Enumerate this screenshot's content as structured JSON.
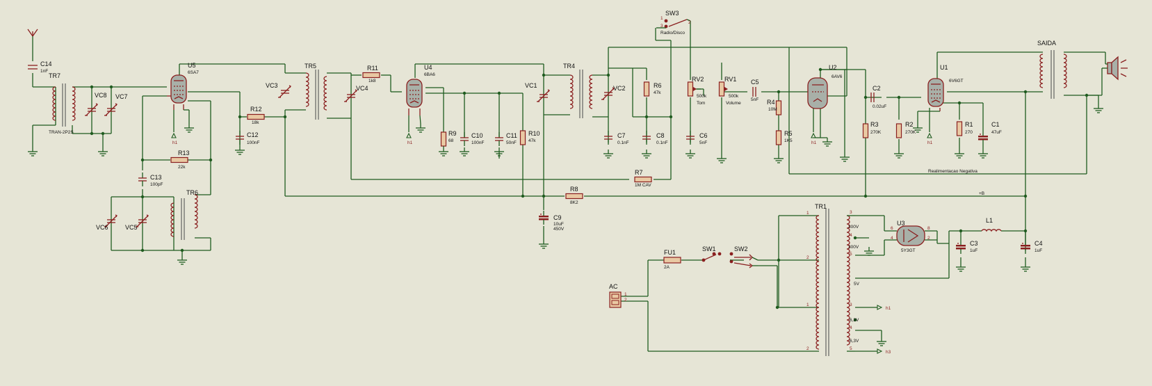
{
  "components": {
    "c14": {
      "ref": "C14",
      "value": "1nF"
    },
    "tr7": {
      "ref": "TR7",
      "value": "TRAN-2P2S"
    },
    "vc8": {
      "ref": "VC8"
    },
    "vc7": {
      "ref": "VC7"
    },
    "u5": {
      "ref": "U5",
      "value": "6SA7"
    },
    "r12": {
      "ref": "R12",
      "value": "18k"
    },
    "c12": {
      "ref": "C12",
      "value": "100nF"
    },
    "r13": {
      "ref": "R13",
      "value": "22k"
    },
    "c13": {
      "ref": "C13",
      "value": "100pF"
    },
    "tr6": {
      "ref": "TR6"
    },
    "vc6": {
      "ref": "VC6"
    },
    "vc5": {
      "ref": "VC5"
    },
    "vc3": {
      "ref": "VC3"
    },
    "tr5": {
      "ref": "TR5"
    },
    "vc4": {
      "ref": "VC4"
    },
    "r11": {
      "ref": "R11",
      "value": "1k8"
    },
    "u4": {
      "ref": "U4",
      "value": "6BA6"
    },
    "r9": {
      "ref": "R9",
      "value": "68"
    },
    "c10": {
      "ref": "C10",
      "value": "100nF"
    },
    "c11": {
      "ref": "C11",
      "value": "50nF"
    },
    "r10": {
      "ref": "R10",
      "value": "47k"
    },
    "vc1": {
      "ref": "VC1"
    },
    "tr4": {
      "ref": "TR4"
    },
    "vc2": {
      "ref": "VC2"
    },
    "r6": {
      "ref": "R6",
      "value": "47k"
    },
    "c7": {
      "ref": "C7",
      "value": "0.1nF"
    },
    "c8": {
      "ref": "C8",
      "value": "0.1nF"
    },
    "r7": {
      "ref": "R7",
      "value": "1M CAV"
    },
    "r8": {
      "ref": "R8",
      "value": "8K2"
    },
    "c9": {
      "ref": "C9",
      "value": "10uF",
      "value2": "450V"
    },
    "sw3": {
      "ref": "SW3",
      "value": "Radio/Disco"
    },
    "rv2": {
      "ref": "RV2",
      "value": "500k",
      "value2": "Tom"
    },
    "rv1": {
      "ref": "RV1",
      "value": "500k",
      "value2": "Volume"
    },
    "c6": {
      "ref": "C6",
      "value": "5nF"
    },
    "c5": {
      "ref": "C5",
      "value": "5nF"
    },
    "r4": {
      "ref": "R4",
      "value": "10M"
    },
    "r5": {
      "ref": "R5",
      "value": "1K5"
    },
    "u2": {
      "ref": "U2",
      "value": "6AV6"
    },
    "c2": {
      "ref": "C2",
      "value": "0.02uF"
    },
    "r3": {
      "ref": "R3",
      "value": "270K"
    },
    "r2": {
      "ref": "R2",
      "value": "270K"
    },
    "u1": {
      "ref": "U1",
      "value": "6V6GT"
    },
    "r1": {
      "ref": "R1",
      "value": "270"
    },
    "c1": {
      "ref": "C1",
      "value": "47uF"
    },
    "saida": {
      "ref": "SAIDA"
    },
    "tr1": {
      "ref": "TR1"
    },
    "u3": {
      "ref": "U3",
      "value": "5Y3GT"
    },
    "l1": {
      "ref": "L1"
    },
    "c3": {
      "ref": "C3",
      "value": "1uF"
    },
    "c4": {
      "ref": "C4",
      "value": "1uF"
    },
    "fu1": {
      "ref": "FU1",
      "value": "2A"
    },
    "sw1": {
      "ref": "SW1"
    },
    "sw2": {
      "ref": "SW2"
    },
    "ac": {
      "ref": "AC"
    }
  },
  "nets": {
    "feedback": "Realimentacao Negativa",
    "bplus": "+B",
    "h1": "h1",
    "h3": "h3",
    "heater_u5": "h1",
    "heater_u4": "h1",
    "heater_u2": "h1",
    "heater_u1": "h1"
  },
  "tr1_windings": {
    "w300a": "300V",
    "w300b": "300V",
    "w5": "5V",
    "w63a": "6,3V",
    "w63b": "6,3V"
  },
  "pins": {
    "p1": "1",
    "p2": "2",
    "p3": "3",
    "p4": "4",
    "p5": "5",
    "p6": "6",
    "p8": "8"
  },
  "colors": {
    "background": "#e6e5d6",
    "wire": "#1f5b1f",
    "component": "#8a1f1f",
    "resistor_fill": "#e9c9a3",
    "tube_fill": "#a8b0a8"
  }
}
